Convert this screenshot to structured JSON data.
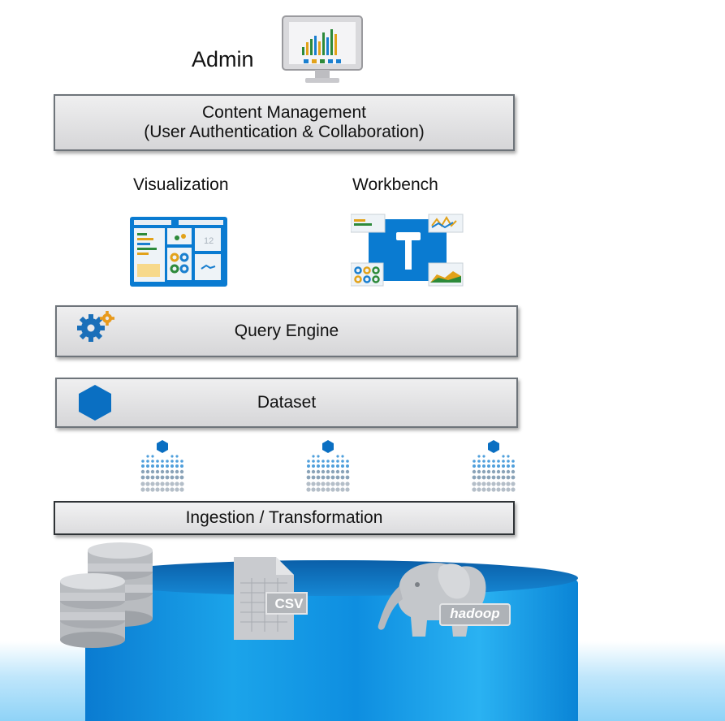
{
  "diagram": {
    "admin": {
      "label": "Admin",
      "icon": "admin-monitor-icon"
    },
    "content_management": {
      "line1": "Content Management",
      "line2": "(User Authentication & Collaboration)"
    },
    "visualization": {
      "label": "Visualization",
      "icon": "dashboard-icon"
    },
    "workbench": {
      "label": "Workbench",
      "icon": "workbench-hammer-icon"
    },
    "query_engine": {
      "label": "Query Engine",
      "icon": "gears-icon"
    },
    "dataset": {
      "label": "Dataset",
      "icon": "hexagon-icon"
    },
    "ingestion": {
      "label": "Ingestion / Transformation"
    },
    "sources": {
      "database_icon": "database-stack-icon",
      "csv_label": "CSV",
      "hadoop_label": "hadoop"
    },
    "colors": {
      "accent_blue": "#0a7bd1",
      "box_border": "#6e747a",
      "box_fill": "#e4e4e6"
    }
  }
}
